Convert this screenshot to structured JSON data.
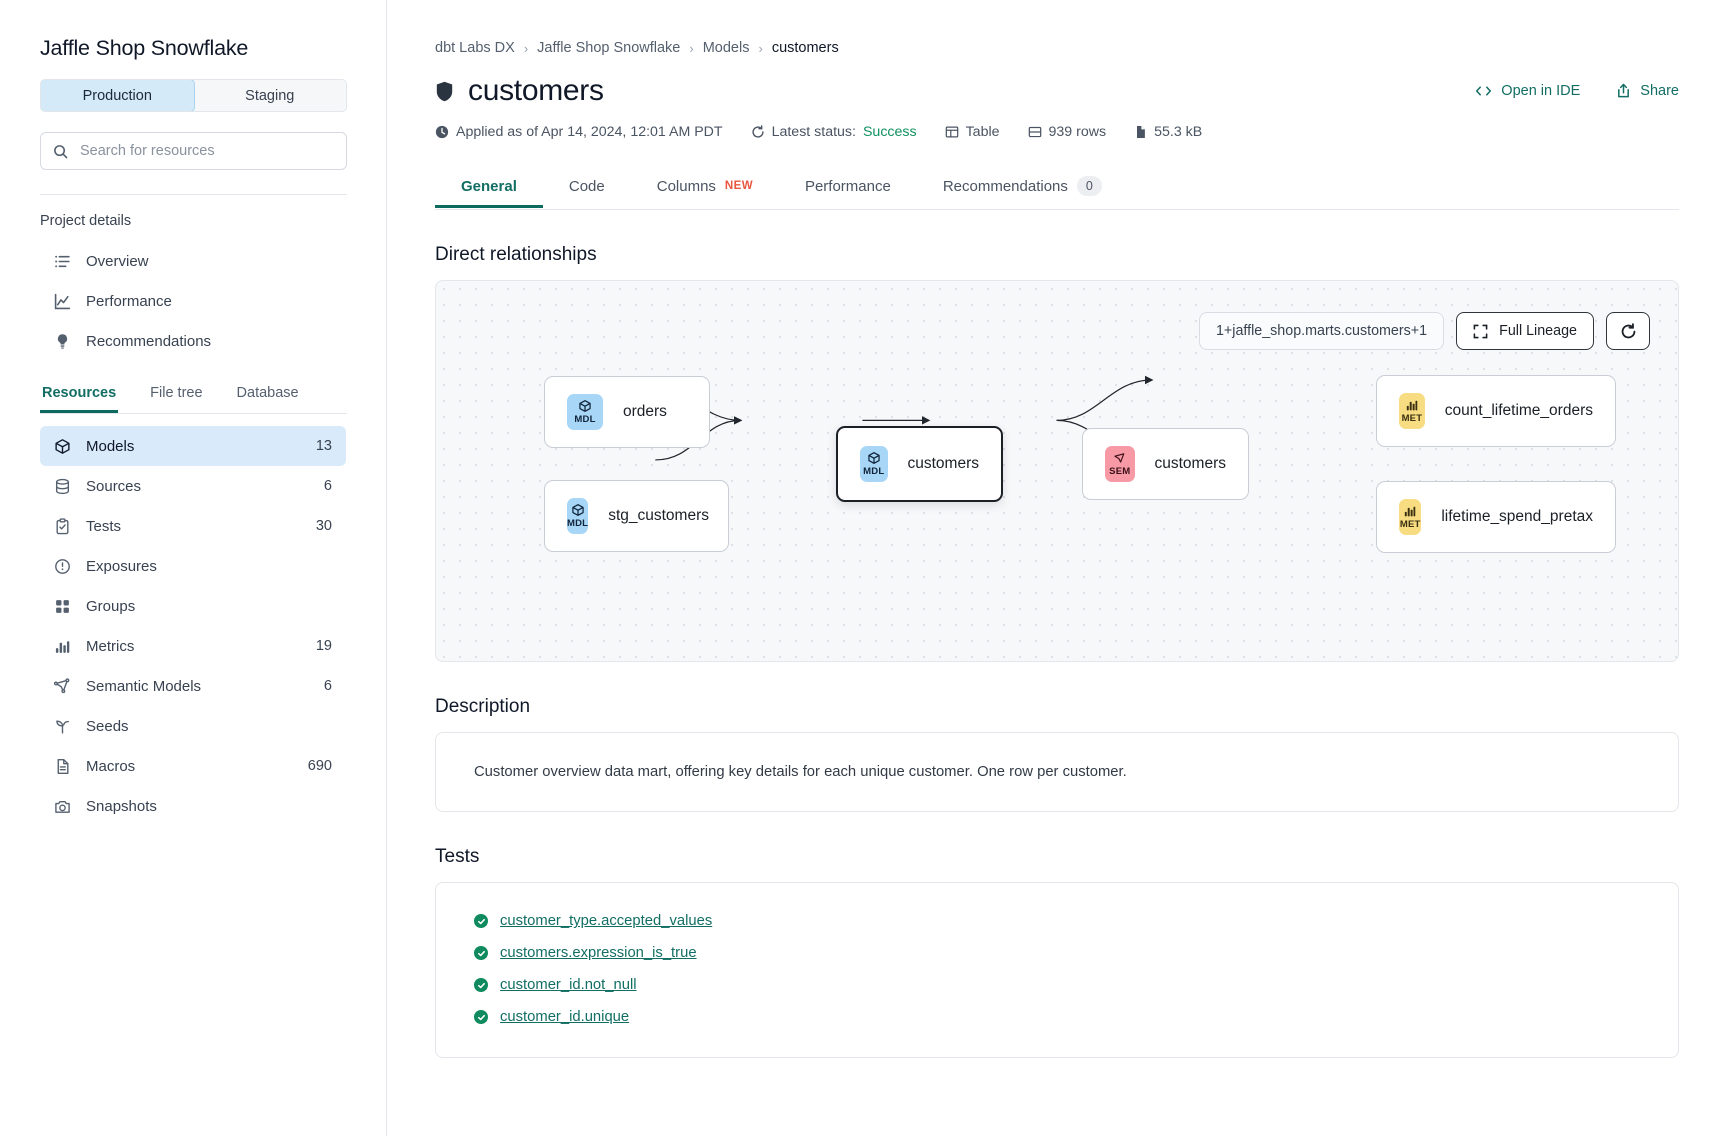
{
  "sidebar": {
    "project_title": "Jaffle Shop Snowflake",
    "environments": [
      {
        "label": "Production",
        "active": true
      },
      {
        "label": "Staging",
        "active": false
      }
    ],
    "search": {
      "placeholder": "Search for resources",
      "value": "",
      "icon": "search-icon"
    },
    "project_details_label": "Project details",
    "project_nav": [
      {
        "label": "Overview",
        "icon": "list-icon"
      },
      {
        "label": "Performance",
        "icon": "chart-line-icon"
      },
      {
        "label": "Recommendations",
        "icon": "lightbulb-icon"
      }
    ],
    "resource_tabs": [
      {
        "label": "Resources",
        "active": true
      },
      {
        "label": "File tree",
        "active": false
      },
      {
        "label": "Database",
        "active": false
      }
    ],
    "resources": [
      {
        "label": "Models",
        "count": "13",
        "icon": "cube-icon",
        "selected": true
      },
      {
        "label": "Sources",
        "count": "6",
        "icon": "database-icon",
        "selected": false
      },
      {
        "label": "Tests",
        "count": "30",
        "icon": "clipboard-check-icon",
        "selected": false
      },
      {
        "label": "Exposures",
        "count": "",
        "icon": "exposure-icon",
        "selected": false
      },
      {
        "label": "Groups",
        "count": "",
        "icon": "grid-icon",
        "selected": false
      },
      {
        "label": "Metrics",
        "count": "19",
        "icon": "bar-chart-icon",
        "selected": false
      },
      {
        "label": "Semantic Models",
        "count": "6",
        "icon": "semantic-icon",
        "selected": false
      },
      {
        "label": "Seeds",
        "count": "",
        "icon": "seed-icon",
        "selected": false
      },
      {
        "label": "Macros",
        "count": "690",
        "icon": "file-icon",
        "selected": false
      },
      {
        "label": "Snapshots",
        "count": "",
        "icon": "camera-icon",
        "selected": false
      }
    ]
  },
  "header": {
    "breadcrumb": [
      "dbt Labs DX",
      "Jaffle Shop Snowflake",
      "Models",
      "customers"
    ],
    "title": "customers",
    "title_icon": "shield-icon",
    "actions": [
      {
        "label": "Open in IDE",
        "icon": "code-icon"
      },
      {
        "label": "Share",
        "icon": "share-icon"
      }
    ],
    "meta": {
      "applied": "Applied as of Apr 14, 2024, 12:01 AM PDT",
      "applied_icon": "clock-icon",
      "status_prefix": "Latest status:",
      "status_value": "Success",
      "status_icon": "refresh-icon",
      "materialization": "Table",
      "materialization_icon": "table-icon",
      "rows": "939 rows",
      "rows_icon": "rows-icon",
      "size": "55.3 kB",
      "size_icon": "file-size-icon"
    }
  },
  "tabs": [
    {
      "label": "General",
      "active": true,
      "badge": "",
      "badge_type": ""
    },
    {
      "label": "Code",
      "active": false,
      "badge": "",
      "badge_type": ""
    },
    {
      "label": "Columns",
      "active": false,
      "badge": "NEW",
      "badge_type": "new"
    },
    {
      "label": "Performance",
      "active": false,
      "badge": "",
      "badge_type": ""
    },
    {
      "label": "Recommendations",
      "active": false,
      "badge": "0",
      "badge_type": "count"
    }
  ],
  "lineage": {
    "heading": "Direct relationships",
    "selector_value": "1+jaffle_shop.marts.customers+1",
    "full_lineage_label": "Full Lineage",
    "full_lineage_icon": "expand-icon",
    "refresh_icon": "refresh-icon",
    "nodes": [
      {
        "id": "orders",
        "label": "orders",
        "type": "MDL",
        "chip": "mdl",
        "focus": false
      },
      {
        "id": "stg_customers",
        "label": "stg_customers",
        "type": "MDL",
        "chip": "mdl",
        "focus": false
      },
      {
        "id": "customers_model",
        "label": "customers",
        "type": "MDL",
        "chip": "mdl",
        "focus": true
      },
      {
        "id": "customers_sem",
        "label": "customers",
        "type": "SEM",
        "chip": "sem",
        "focus": false
      },
      {
        "id": "count_lifetime_orders",
        "label": "count_lifetime_orders",
        "type": "MET",
        "chip": "met",
        "focus": false
      },
      {
        "id": "lifetime_spend_pretax",
        "label": "lifetime_spend_pretax",
        "type": "MET",
        "chip": "met",
        "focus": false
      }
    ]
  },
  "description": {
    "heading": "Description",
    "body": "Customer overview data mart, offering key details for each unique customer. One row per customer."
  },
  "tests": {
    "heading": "Tests",
    "items": [
      {
        "label": "customer_type.accepted_values",
        "status": "pass"
      },
      {
        "label": "customers.expression_is_true",
        "status": "pass"
      },
      {
        "label": "customer_id.not_null",
        "status": "pass"
      },
      {
        "label": "customer_id.unique",
        "status": "pass"
      }
    ]
  },
  "colors": {
    "accent_teal": "#126e64",
    "success_green": "#0f9160",
    "selected_blue": "#d9ebfa",
    "new_orange": "#e8543f"
  }
}
